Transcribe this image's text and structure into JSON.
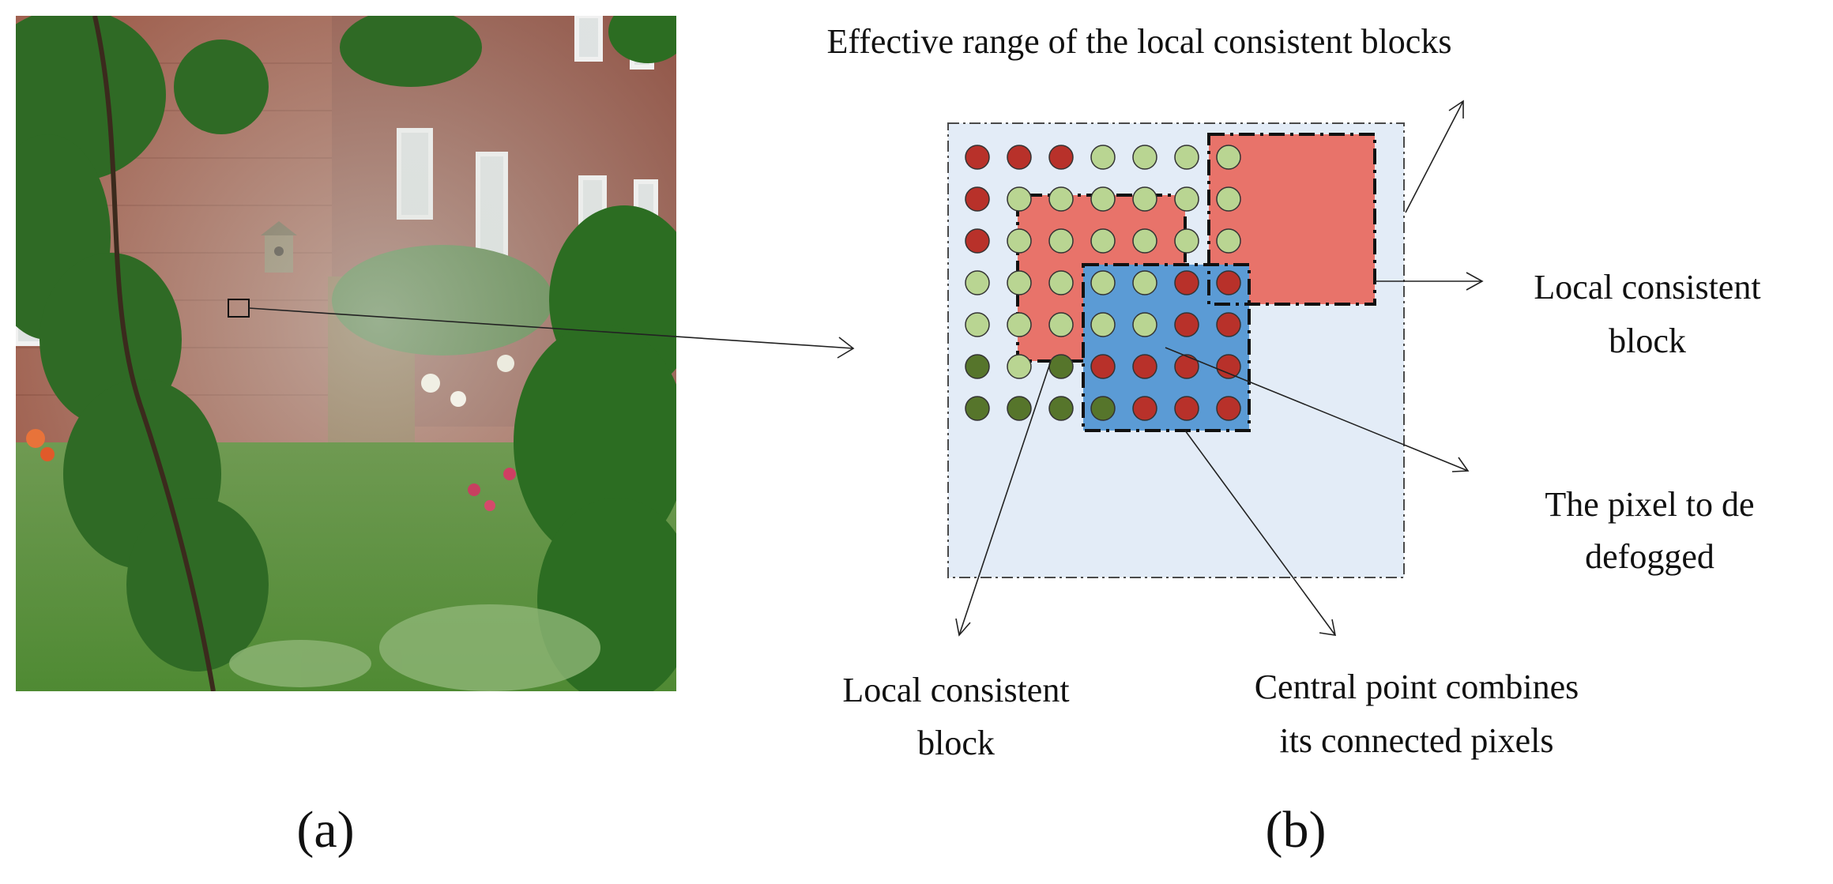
{
  "labels": {
    "effective_range": "Effective range of the local consistent blocks",
    "local_block_right_1": "Local consistent",
    "local_block_right_2": "block",
    "pixel_defog_1": "The pixel to de",
    "pixel_defog_2": "defogged",
    "local_block_bottom_1": "Local consistent",
    "local_block_bottom_2": "block",
    "central_point_1": "Central point combines",
    "central_point_2": "its connected pixels",
    "panel_a": "(a)",
    "panel_b": "(b)"
  },
  "colors": {
    "dark_red": "#b8312a",
    "light_green": "#b9d592",
    "dark_green": "#56752b",
    "red_block": "#e8736a",
    "blue_block": "#5b9bd5",
    "range_fill": "#e3ecf7"
  },
  "dot_grid": [
    [
      "dark_red",
      "dark_red",
      "dark_red",
      "light_green",
      "light_green",
      "light_green",
      "light_green"
    ],
    [
      "dark_red",
      "light_green",
      "light_green",
      "light_green",
      "light_green",
      "light_green",
      "light_green"
    ],
    [
      "dark_red",
      "light_green",
      "light_green",
      "light_green",
      "light_green",
      "light_green",
      "light_green"
    ],
    [
      "light_green",
      "light_green",
      "light_green",
      "light_green",
      "light_green",
      "dark_red",
      "dark_red"
    ],
    [
      "light_green",
      "light_green",
      "light_green",
      "light_green",
      "light_green",
      "dark_red",
      "dark_red"
    ],
    [
      "dark_green",
      "light_green",
      "dark_green",
      "dark_red",
      "dark_red",
      "dark_red",
      "dark_red"
    ],
    [
      "dark_green",
      "dark_green",
      "dark_green",
      "dark_green",
      "dark_red",
      "dark_red",
      "dark_red"
    ]
  ]
}
